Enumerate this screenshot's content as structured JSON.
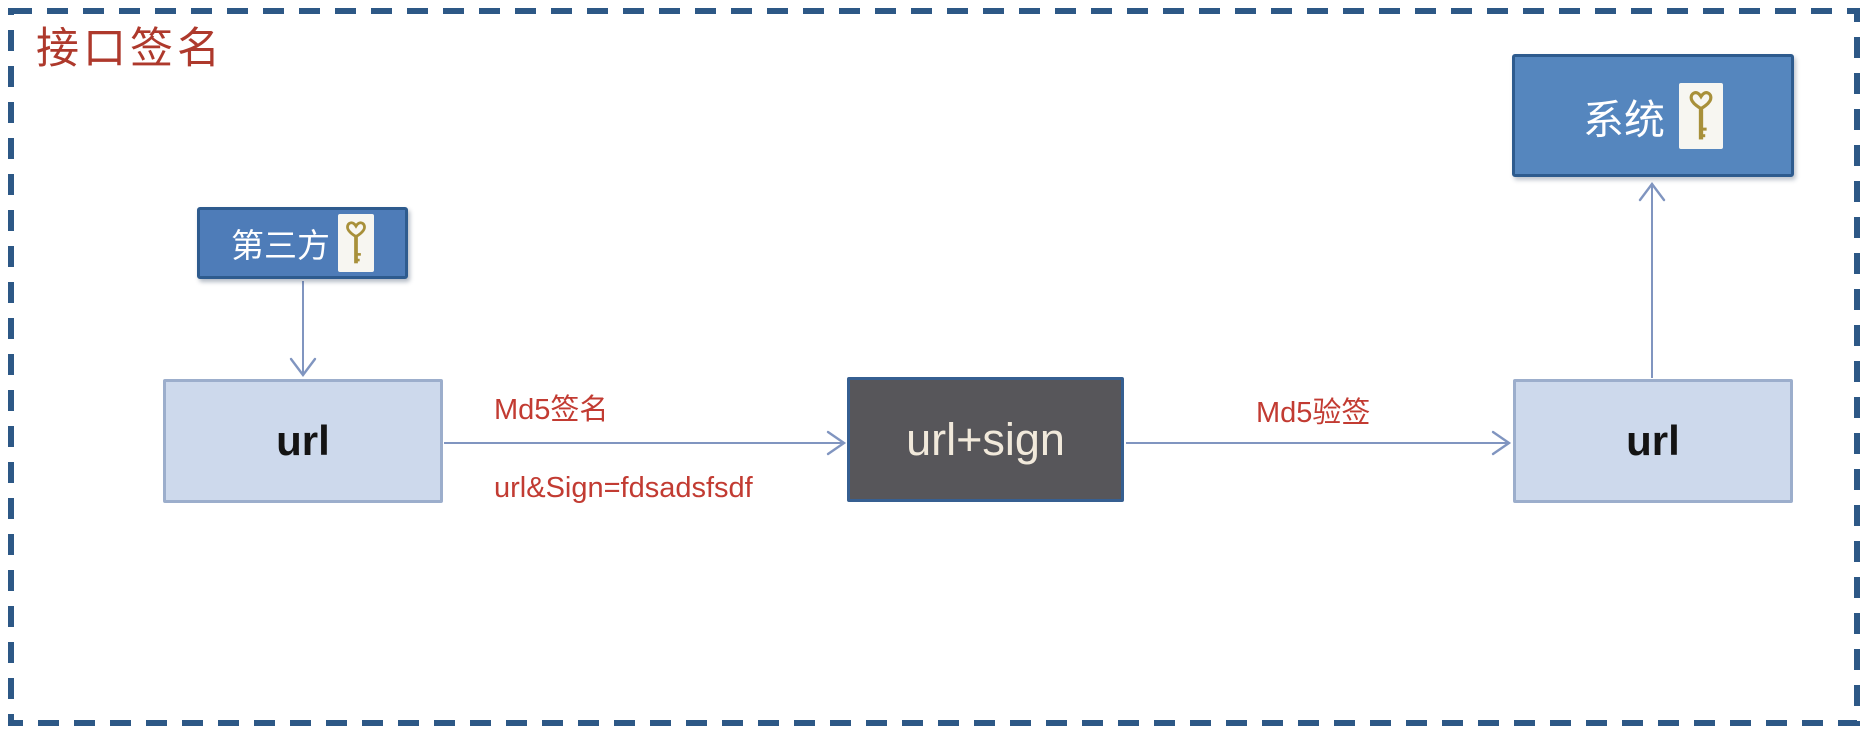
{
  "title": "接口签名",
  "colors": {
    "border-blue": "#2D5886",
    "title-red": "#AE392C",
    "label-red": "#C23B32",
    "node-blue": "#4E7CB8",
    "node-blue2": "#5586BE",
    "node-blue-border": "#2E5B8E",
    "url-fill": "#CDD9EC",
    "url-border": "#9CAECC",
    "dark-fill": "#57565A",
    "dark-border": "#365F91",
    "arrow": "#8095C0",
    "key-gold": "#A8903A"
  },
  "nodes": {
    "third_party": {
      "label": "第三方",
      "icon": "key-icon"
    },
    "url_left": {
      "label": "url"
    },
    "url_sign": {
      "label": "url+sign"
    },
    "url_right": {
      "label": "url"
    },
    "system": {
      "label": "系统",
      "icon": "key-icon"
    }
  },
  "edges": {
    "sign": {
      "label": "Md5签名",
      "sublabel": "url&Sign=fdsadsfsdf"
    },
    "verify": {
      "label": "Md5验签"
    }
  }
}
